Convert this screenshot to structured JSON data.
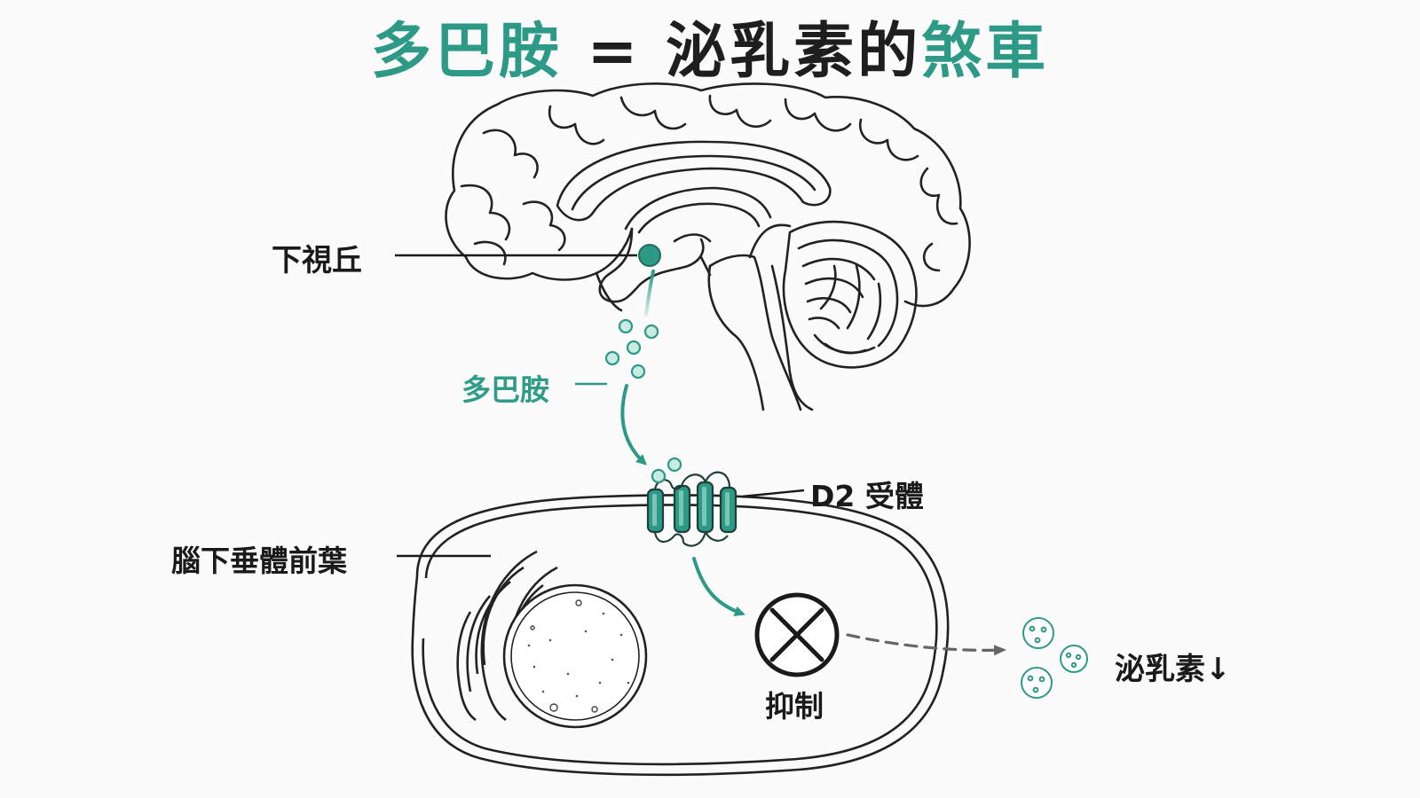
{
  "title": {
    "part1": "多巴胺",
    "equals": " = ",
    "part2": "泌乳素的",
    "part3": "煞車"
  },
  "labels": {
    "hypothalamus": "下視丘",
    "dopamine": "多巴胺",
    "d2_receptor": "D2 受體",
    "anterior_pituitary": "腦下垂體前葉",
    "inhibit": "抑制",
    "prolactin": "泌乳素↓"
  },
  "colors": {
    "accent": "#2c9a86",
    "accent_light": "#c8ebe2",
    "ink": "#1a1a1a",
    "dashed_arrow": "#666666"
  },
  "icons": {
    "inhibit": "circle-x-icon"
  }
}
